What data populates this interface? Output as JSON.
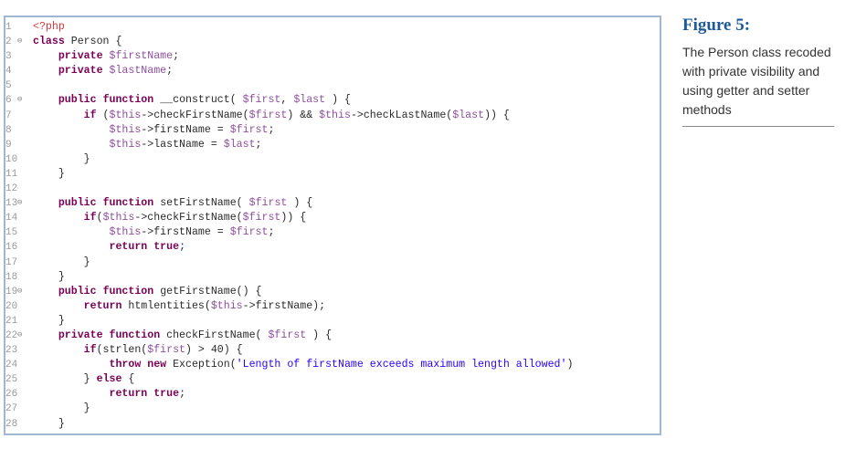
{
  "figure": {
    "label": "Figure 5:",
    "caption": "The Person class recoded with private visibility and using getter and setter methods"
  },
  "colors": {
    "keyword": "#7a0055",
    "variable": "#8e4f9e",
    "string": "#2a00ff",
    "php_tag": "#d63a3a",
    "figure_label": "#1e5a9a",
    "frame_border": "#9fb7d2"
  },
  "code": {
    "lines": [
      {
        "n": "1",
        "fold": false,
        "indent": "",
        "tokens": [
          {
            "t": "tag",
            "v": "<?php"
          }
        ]
      },
      {
        "n": "2",
        "fold": true,
        "indent": "",
        "tokens": [
          {
            "t": "kw",
            "v": "class"
          },
          {
            "t": "plain",
            "v": " Person {"
          }
        ]
      },
      {
        "n": "3",
        "fold": false,
        "indent": "    ",
        "tokens": [
          {
            "t": "kw",
            "v": "private"
          },
          {
            "t": "plain",
            "v": " "
          },
          {
            "t": "var",
            "v": "$firstName"
          },
          {
            "t": "plain",
            "v": ";"
          }
        ]
      },
      {
        "n": "4",
        "fold": false,
        "indent": "    ",
        "tokens": [
          {
            "t": "kw",
            "v": "private"
          },
          {
            "t": "plain",
            "v": " "
          },
          {
            "t": "var",
            "v": "$lastName"
          },
          {
            "t": "plain",
            "v": ";"
          }
        ]
      },
      {
        "n": "5",
        "fold": false,
        "indent": "",
        "tokens": []
      },
      {
        "n": "6",
        "fold": true,
        "indent": "    ",
        "tokens": [
          {
            "t": "kw",
            "v": "public"
          },
          {
            "t": "plain",
            "v": " "
          },
          {
            "t": "kw",
            "v": "function"
          },
          {
            "t": "plain",
            "v": " __construct( "
          },
          {
            "t": "var",
            "v": "$first"
          },
          {
            "t": "plain",
            "v": ", "
          },
          {
            "t": "var",
            "v": "$last"
          },
          {
            "t": "plain",
            "v": " ) {"
          }
        ]
      },
      {
        "n": "7",
        "fold": false,
        "indent": "        ",
        "tokens": [
          {
            "t": "kw",
            "v": "if"
          },
          {
            "t": "plain",
            "v": " ("
          },
          {
            "t": "var",
            "v": "$this"
          },
          {
            "t": "plain",
            "v": "->checkFirstName("
          },
          {
            "t": "var",
            "v": "$first"
          },
          {
            "t": "plain",
            "v": ") && "
          },
          {
            "t": "var",
            "v": "$this"
          },
          {
            "t": "plain",
            "v": "->checkLastName("
          },
          {
            "t": "var",
            "v": "$last"
          },
          {
            "t": "plain",
            "v": ")) {"
          }
        ]
      },
      {
        "n": "8",
        "fold": false,
        "indent": "            ",
        "tokens": [
          {
            "t": "var",
            "v": "$this"
          },
          {
            "t": "plain",
            "v": "->firstName = "
          },
          {
            "t": "var",
            "v": "$first"
          },
          {
            "t": "plain",
            "v": ";"
          }
        ]
      },
      {
        "n": "9",
        "fold": false,
        "indent": "            ",
        "tokens": [
          {
            "t": "var",
            "v": "$this"
          },
          {
            "t": "plain",
            "v": "->lastName = "
          },
          {
            "t": "var",
            "v": "$last"
          },
          {
            "t": "plain",
            "v": ";"
          }
        ]
      },
      {
        "n": "10",
        "fold": false,
        "indent": "        ",
        "tokens": [
          {
            "t": "plain",
            "v": "}"
          }
        ]
      },
      {
        "n": "11",
        "fold": false,
        "indent": "    ",
        "tokens": [
          {
            "t": "plain",
            "v": "}"
          }
        ]
      },
      {
        "n": "12",
        "fold": false,
        "indent": "",
        "tokens": []
      },
      {
        "n": "13",
        "fold": true,
        "indent": "    ",
        "tokens": [
          {
            "t": "kw",
            "v": "public"
          },
          {
            "t": "plain",
            "v": " "
          },
          {
            "t": "kw",
            "v": "function"
          },
          {
            "t": "plain",
            "v": " setFirstName( "
          },
          {
            "t": "var",
            "v": "$first"
          },
          {
            "t": "plain",
            "v": " ) {"
          }
        ]
      },
      {
        "n": "14",
        "fold": false,
        "indent": "        ",
        "tokens": [
          {
            "t": "kw",
            "v": "if"
          },
          {
            "t": "plain",
            "v": "("
          },
          {
            "t": "var",
            "v": "$this"
          },
          {
            "t": "plain",
            "v": "->checkFirstName("
          },
          {
            "t": "var",
            "v": "$first"
          },
          {
            "t": "plain",
            "v": ")) {"
          }
        ]
      },
      {
        "n": "15",
        "fold": false,
        "indent": "            ",
        "tokens": [
          {
            "t": "var",
            "v": "$this"
          },
          {
            "t": "plain",
            "v": "->firstName = "
          },
          {
            "t": "var",
            "v": "$first"
          },
          {
            "t": "plain",
            "v": ";"
          }
        ]
      },
      {
        "n": "16",
        "fold": false,
        "indent": "            ",
        "tokens": [
          {
            "t": "kw",
            "v": "return"
          },
          {
            "t": "plain",
            "v": " "
          },
          {
            "t": "kw",
            "v": "true"
          },
          {
            "t": "plain",
            "v": ";"
          }
        ]
      },
      {
        "n": "17",
        "fold": false,
        "indent": "        ",
        "tokens": [
          {
            "t": "plain",
            "v": "}"
          }
        ]
      },
      {
        "n": "18",
        "fold": false,
        "indent": "    ",
        "tokens": [
          {
            "t": "plain",
            "v": "}"
          }
        ]
      },
      {
        "n": "19",
        "fold": true,
        "indent": "    ",
        "tokens": [
          {
            "t": "kw",
            "v": "public"
          },
          {
            "t": "plain",
            "v": " "
          },
          {
            "t": "kw",
            "v": "function"
          },
          {
            "t": "plain",
            "v": " getFirstName() {"
          }
        ]
      },
      {
        "n": "20",
        "fold": false,
        "indent": "        ",
        "tokens": [
          {
            "t": "kw",
            "v": "return"
          },
          {
            "t": "plain",
            "v": " htmlentities("
          },
          {
            "t": "var",
            "v": "$this"
          },
          {
            "t": "plain",
            "v": "->firstName);"
          }
        ]
      },
      {
        "n": "21",
        "fold": false,
        "indent": "    ",
        "tokens": [
          {
            "t": "plain",
            "v": "}"
          }
        ]
      },
      {
        "n": "22",
        "fold": true,
        "indent": "    ",
        "tokens": [
          {
            "t": "kw",
            "v": "private"
          },
          {
            "t": "plain",
            "v": " "
          },
          {
            "t": "kw",
            "v": "function"
          },
          {
            "t": "plain",
            "v": " checkFirstName( "
          },
          {
            "t": "var",
            "v": "$first"
          },
          {
            "t": "plain",
            "v": " ) {"
          }
        ]
      },
      {
        "n": "23",
        "fold": false,
        "indent": "        ",
        "tokens": [
          {
            "t": "kw",
            "v": "if"
          },
          {
            "t": "plain",
            "v": "(strlen("
          },
          {
            "t": "var",
            "v": "$first"
          },
          {
            "t": "plain",
            "v": ") > 40) {"
          }
        ]
      },
      {
        "n": "24",
        "fold": false,
        "indent": "            ",
        "tokens": [
          {
            "t": "kw",
            "v": "throw"
          },
          {
            "t": "plain",
            "v": " "
          },
          {
            "t": "kw",
            "v": "new"
          },
          {
            "t": "plain",
            "v": " Exception("
          },
          {
            "t": "str",
            "v": "'Length of firstName exceeds maximum length allowed'"
          },
          {
            "t": "plain",
            "v": ")"
          }
        ]
      },
      {
        "n": "25",
        "fold": false,
        "indent": "        ",
        "tokens": [
          {
            "t": "plain",
            "v": "} "
          },
          {
            "t": "kw",
            "v": "else"
          },
          {
            "t": "plain",
            "v": " {"
          }
        ]
      },
      {
        "n": "26",
        "fold": false,
        "indent": "            ",
        "tokens": [
          {
            "t": "kw",
            "v": "return"
          },
          {
            "t": "plain",
            "v": " "
          },
          {
            "t": "kw",
            "v": "true"
          },
          {
            "t": "plain",
            "v": ";"
          }
        ]
      },
      {
        "n": "27",
        "fold": false,
        "indent": "        ",
        "tokens": [
          {
            "t": "plain",
            "v": "}"
          }
        ]
      },
      {
        "n": "28",
        "fold": false,
        "indent": "    ",
        "tokens": [
          {
            "t": "plain",
            "v": "}"
          }
        ]
      }
    ]
  }
}
